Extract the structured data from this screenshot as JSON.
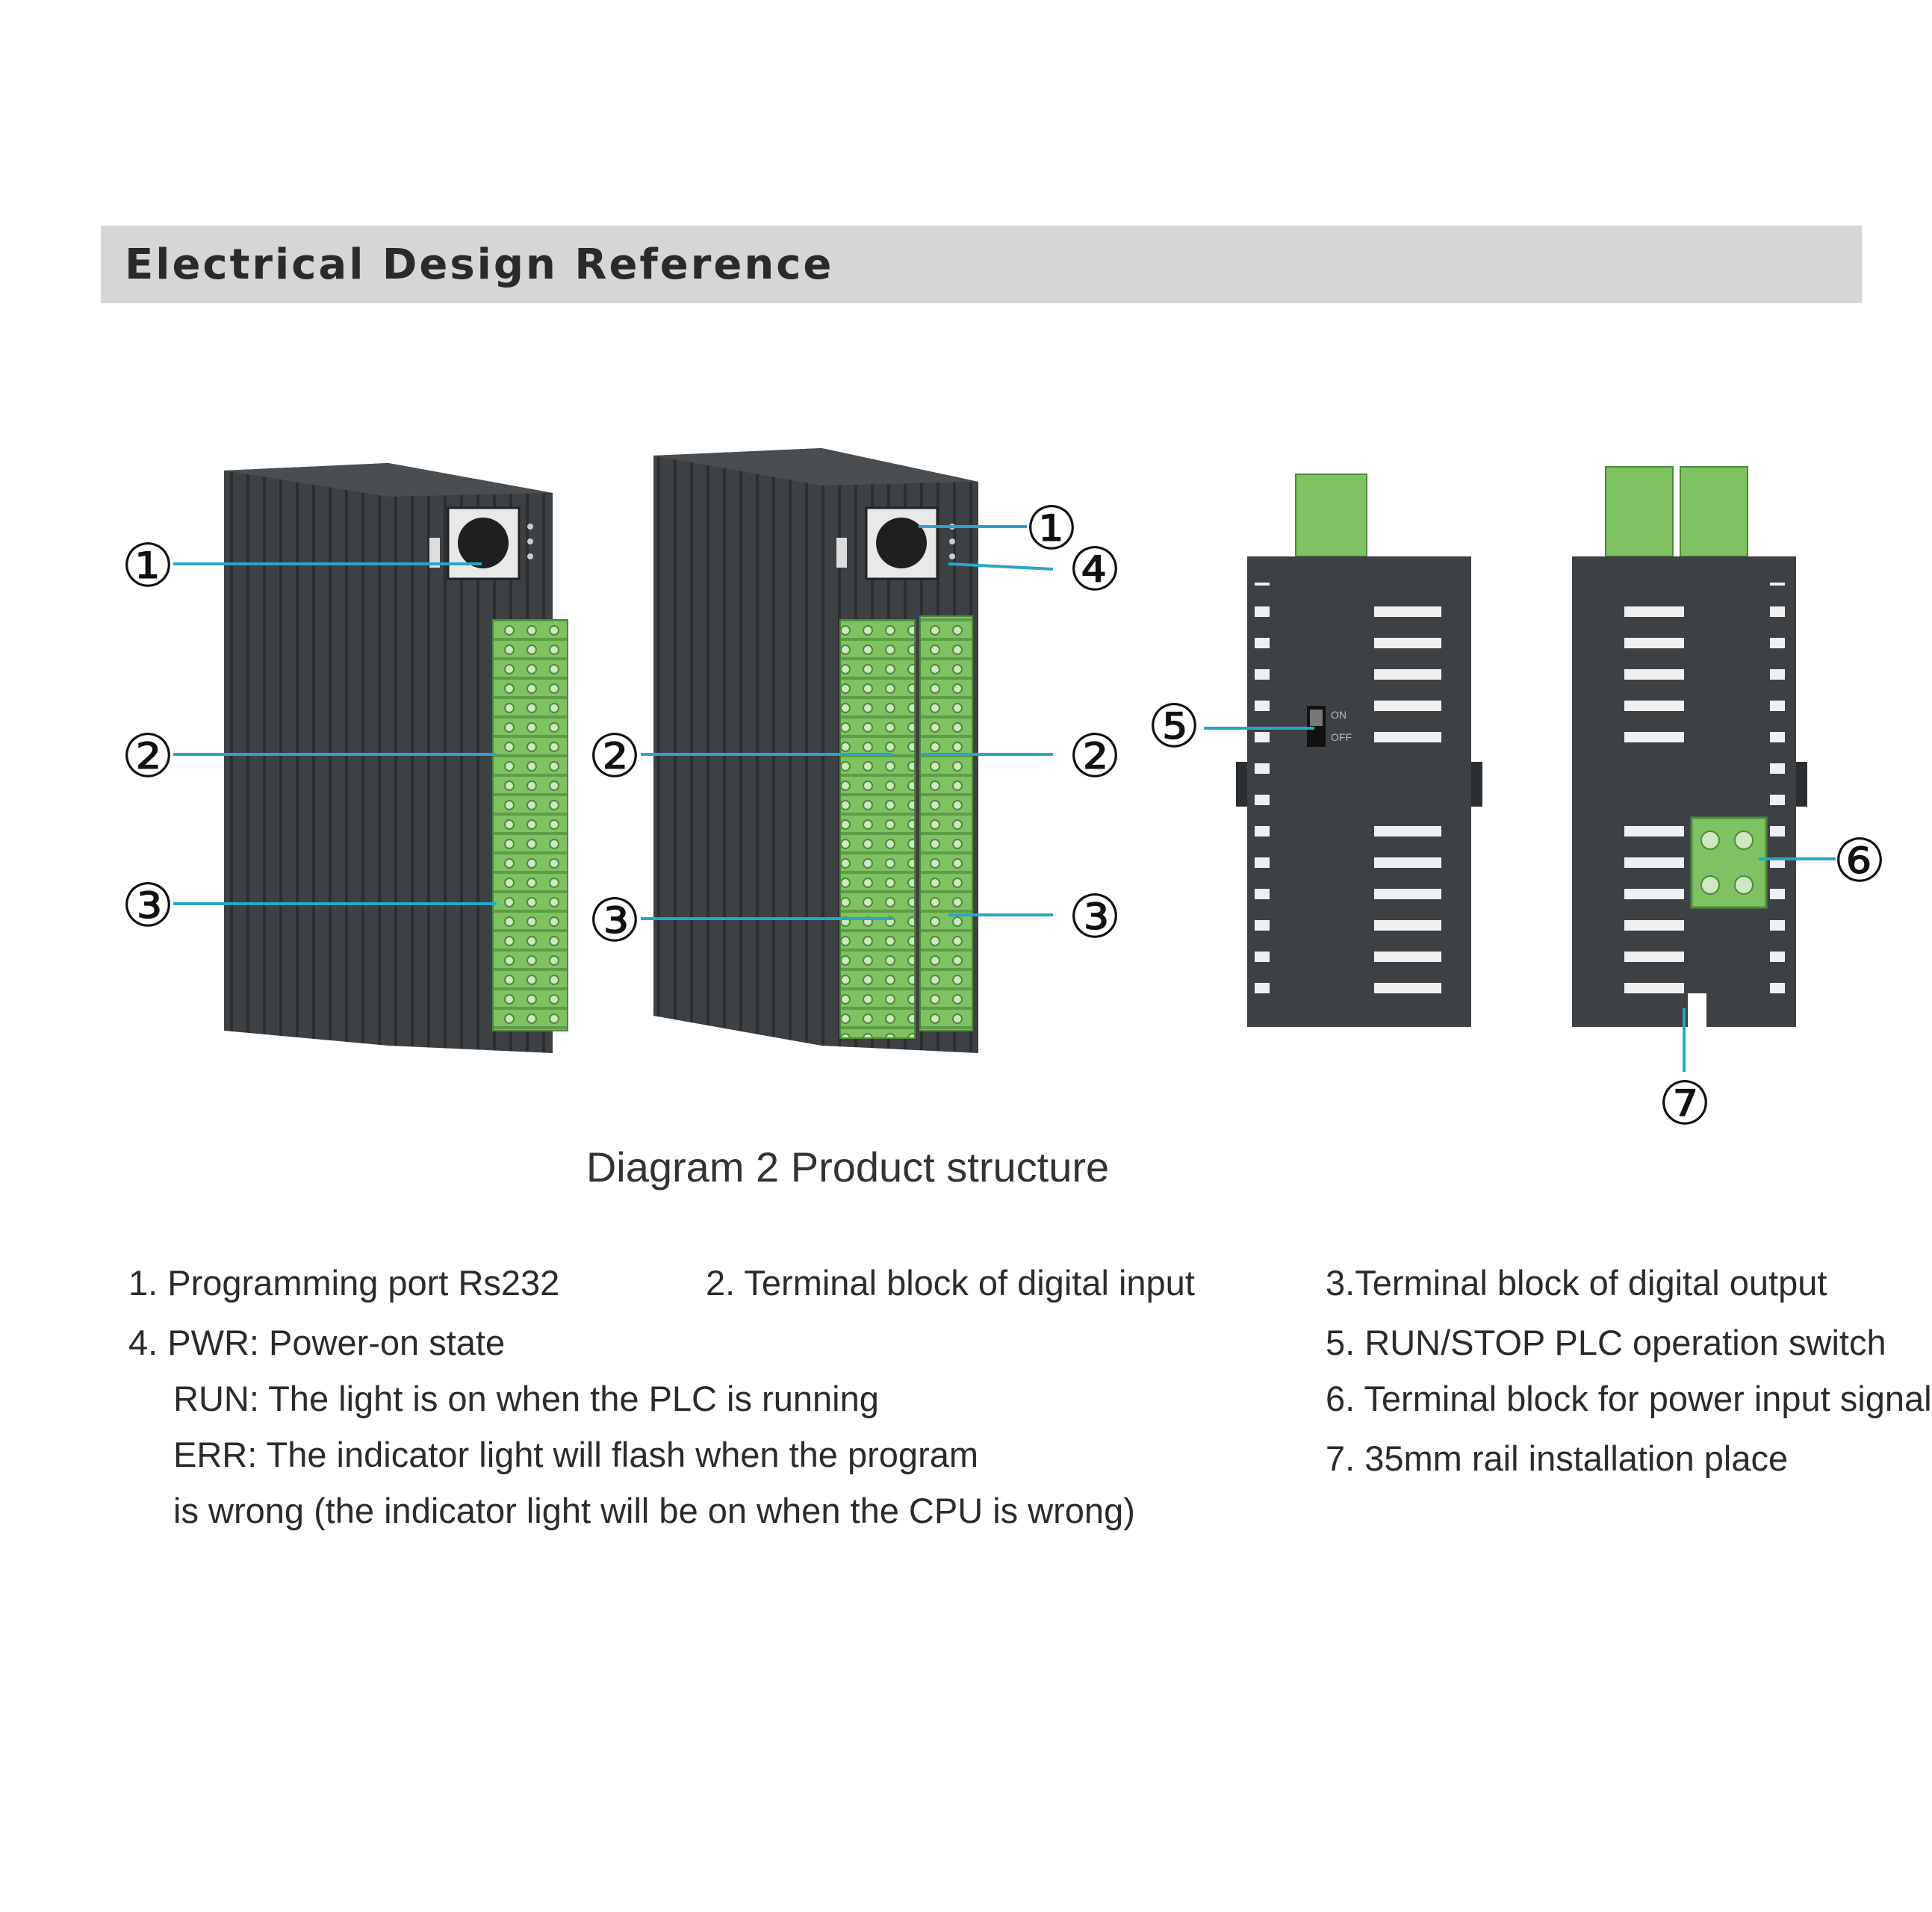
{
  "header": {
    "title": "Electrical Design Reference"
  },
  "caption": "Diagram 2 Product structure",
  "callouts": [
    "①",
    "②",
    "③",
    "④",
    "⑤",
    "⑥",
    "⑦"
  ],
  "switch_labels": {
    "on": "ON",
    "off": "OFF"
  },
  "legend": {
    "item1": "1. Programming port Rs232",
    "item2": "2. Terminal block of digital input",
    "item3": "3.Terminal block of digital output",
    "item4": "4. PWR: Power-on state",
    "item4_run": "RUN: The light is on when the PLC is running",
    "item4_err": "ERR: The indicator light will flash when the program",
    "item4_err2": "is wrong (the indicator light will be on when the CPU is wrong)",
    "item5": "5. RUN/STOP PLC operation switch",
    "item6": "6. Terminal block for power input signal",
    "item7": "7. 35mm rail installation place"
  },
  "colors": {
    "housing": "#3d4144",
    "housing_dark": "#2c2f31",
    "terminal_green": "#7ec262",
    "leader_line": "#2aa5c9",
    "header_bar": "#d6d6d6"
  }
}
